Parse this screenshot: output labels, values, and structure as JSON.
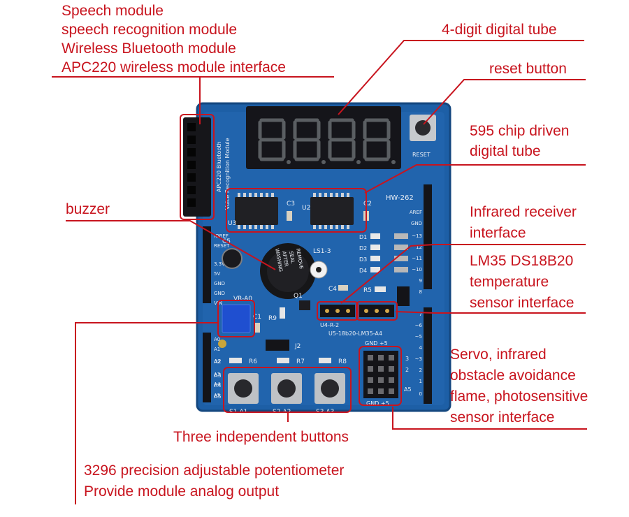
{
  "callouts": {
    "comm_modules": [
      "Speech module",
      "speech recognition module",
      "Wireless Bluetooth module",
      "APC220 wireless module interface"
    ],
    "digital_tube": "4-digit digital tube",
    "reset_button": "reset button",
    "chip_driven": [
      "595 chip driven",
      "digital tube"
    ],
    "buzzer": "buzzer",
    "infrared_receiver": [
      "Infrared receiver",
      "interface"
    ],
    "temperature_sensor": [
      "LM35 DS18B20",
      "temperature",
      "sensor interface"
    ],
    "servo_interface": [
      "Servo, infrared",
      "obstacle avoidance",
      "flame, photosensitive",
      "sensor interface"
    ],
    "buttons": "Three independent buttons",
    "potentiometer": [
      "3296 precision adjustable potentiometer",
      "Provide module analog output"
    ]
  },
  "board": {
    "model": "HW-262",
    "reset_silk": "RESET",
    "module_silk": [
      "APC220 Bluetooth",
      "Voice Recognition Module"
    ],
    "buzzer_silk": [
      "REMOVE",
      "SEAL",
      "AFTER",
      "WASHING"
    ],
    "ls1": "LS1-3",
    "u2": "U2",
    "u3": "U3",
    "c2": "C2",
    "c3": "C3",
    "c4": "C4",
    "c1": "C1",
    "c5": "C5",
    "r5": "R5",
    "r6": "R6",
    "r7": "R7",
    "r8": "R8",
    "r9": "R9",
    "q1": "Q1",
    "j2": "J2",
    "vr": "VR-A0",
    "u4": "U4-R-2",
    "u5": "U5-18b20-LM35-A4",
    "gnd_top": "GND +5",
    "gnd_bottom": "GND +5",
    "leds": [
      "D1",
      "D2",
      "D3",
      "D4"
    ],
    "right_pins": [
      "AREF",
      "GND",
      "~13",
      "12",
      "~11",
      "~10",
      "9",
      "8",
      "7",
      "~6",
      "~5",
      "4",
      "~3",
      "2",
      "1",
      "0"
    ],
    "left_pins": [
      "IOREF",
      "RESET",
      "3.3V",
      "5V",
      "GND",
      "GND",
      "VIN",
      "A0",
      "A1",
      "A2",
      "A3",
      "A4",
      "A5"
    ],
    "analog_tags": [
      "A2",
      "A3",
      "A4",
      "A5"
    ],
    "right_small": [
      "A5",
      "3",
      "2"
    ],
    "buttons": [
      "S1-A1",
      "S2-A2",
      "S3-A3"
    ]
  }
}
